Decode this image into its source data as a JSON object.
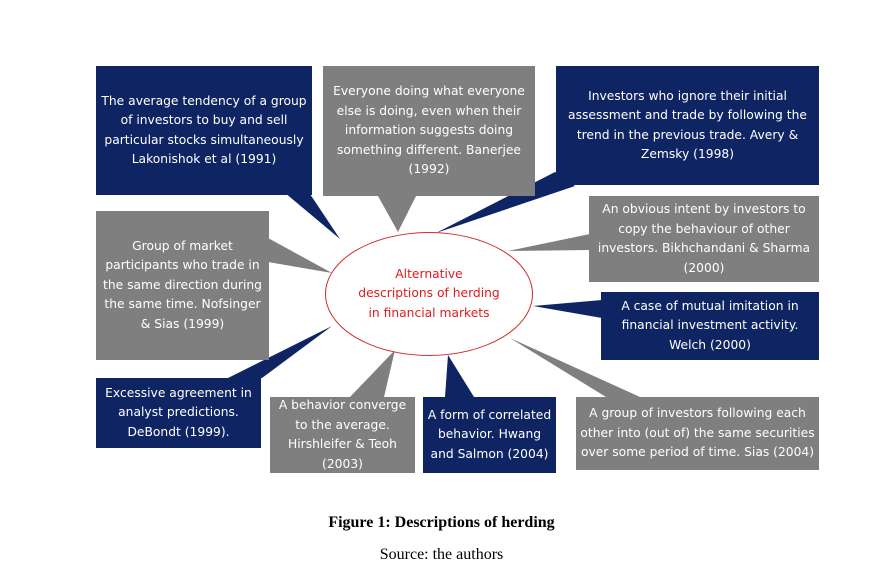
{
  "diagram": {
    "center_label": "Alternative descriptions of herding in financial markets",
    "colors": {
      "navy": "#0f2563",
      "gray": "#7f7f7f",
      "center_text": "#e01b1b",
      "center_border": "#d42a2a"
    },
    "boxes": [
      {
        "id": "lakonishok",
        "color": "navy",
        "text": "The average tendency of a group of investors to buy and sell particular stocks simultaneously Lakonishok et al (1991)"
      },
      {
        "id": "banerjee",
        "color": "gray",
        "text": "Everyone doing what everyone else is doing, even when their information suggests doing something different. Banerjee (1992)"
      },
      {
        "id": "avery-zemsky",
        "color": "navy",
        "text": "Investors who ignore their initial assessment and trade by following the trend in the previous trade. Avery & Zemsky (1998)"
      },
      {
        "id": "nofsinger-sias",
        "color": "gray",
        "text": "Group of market participants who trade in the same direction during the same time. Nofsinger & Sias (1999)"
      },
      {
        "id": "bikhchandani-sharma",
        "color": "gray",
        "text": "An obvious intent by investors to copy the behaviour of other investors. Bikhchandani & Sharma (2000)"
      },
      {
        "id": "welch",
        "color": "navy",
        "text": "A case of mutual imitation in financial investment activity. Welch (2000)"
      },
      {
        "id": "debondt",
        "color": "navy",
        "text": "Excessive agreement in analyst predictions. DeBondt (1999)."
      },
      {
        "id": "hirshleifer-teoh",
        "color": "gray",
        "text": "A behavior converge to the average. Hirshleifer & Teoh (2003)"
      },
      {
        "id": "hwang-salmon",
        "color": "navy",
        "text": "A form of correlated behavior. Hwang and Salmon (2004)"
      },
      {
        "id": "sias",
        "color": "gray",
        "text": "A group of investors following each other into (out of) the same securities over some period of time. Sias (2004)"
      }
    ]
  },
  "figure": {
    "title": "Figure 1: Descriptions of herding",
    "source": "Source: the authors"
  }
}
